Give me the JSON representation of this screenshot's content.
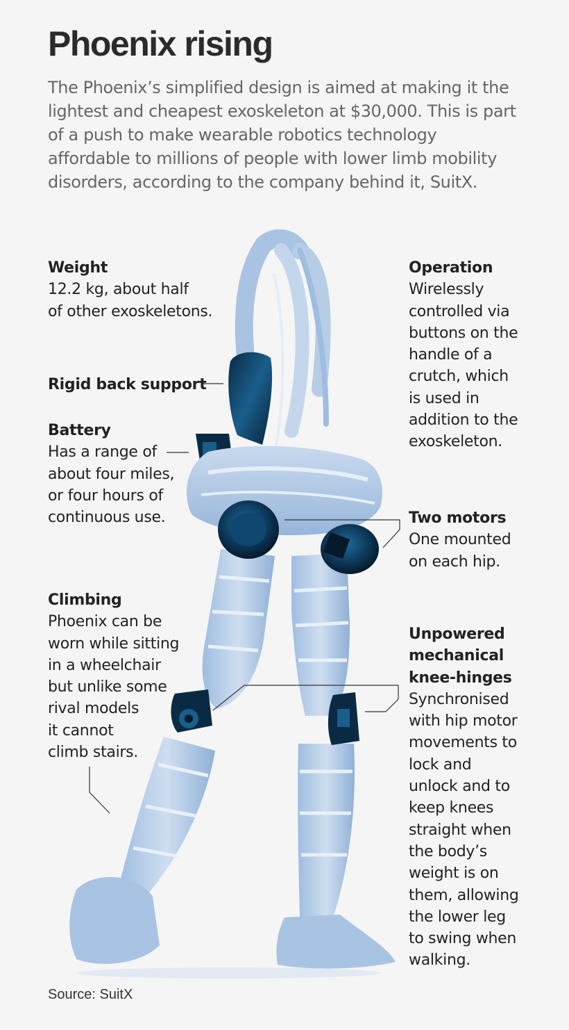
{
  "header": {
    "title": "Phoenix rising",
    "intro": "The Phoenix’s simplified design is aimed at making it the\nlightest and cheapest exoskeleton at $30,000. This is part\nof a push to make wearable robotics technology\naffordable to millions of people with lower limb mobility\ndisorders, according to the company behind it, SuitX."
  },
  "annotations": {
    "weight": {
      "heading": "Weight",
      "body": "12.2 kg, about half\nof other exoskeletons."
    },
    "back_support": {
      "heading": "Rigid back support"
    },
    "battery": {
      "heading": "Battery",
      "body": "Has a range of\nabout four miles,\nor four hours of\ncontinuous use."
    },
    "climbing": {
      "heading": "Climbing",
      "body": "Phoenix can be\nworn while sitting\nin a wheelchair\nbut unlike some\nrival models\nit cannot\nclimb stairs."
    },
    "operation": {
      "heading": "Operation",
      "body": "Wirelessly\ncontrolled via\nbuttons on the\nhandle of a\ncrutch, which\nis used in\naddition to the\nexoskeleton."
    },
    "motors": {
      "heading": "Two motors",
      "body": "One mounted\non each hip."
    },
    "knee": {
      "heading": "Unpowered\nmechanical\nknee-hinges",
      "body": "Synchronised\nwith hip motor\nmovements to\nlock and\nunlock and to\nkeep knees\nstraight when\nthe body’s\nweight is on\nthem, allowing\nthe lower leg\nto swing when\nwalking."
    }
  },
  "footer": {
    "source": "Source: SuitX"
  },
  "colors": {
    "body_light": "#b7cde6",
    "body_mid": "#8fb0d6",
    "body_dark": "#6f94c2",
    "hardware": "#0d3a5c",
    "hardware_dark": "#061a2a",
    "leader": "#333333"
  }
}
